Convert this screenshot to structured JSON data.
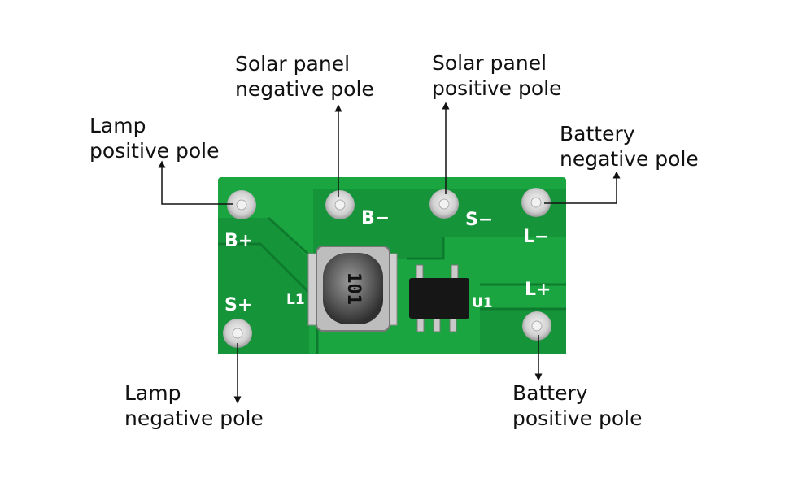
{
  "labels": {
    "lamp_positive": [
      "Lamp",
      "positive pole"
    ],
    "solar_negative": [
      "Solar panel",
      "negative pole"
    ],
    "solar_positive": [
      "Solar panel",
      "positive pole"
    ],
    "battery_negative": [
      "Battery",
      "negative pole"
    ],
    "lamp_negative": [
      "Lamp",
      "negative pole"
    ],
    "battery_positive": [
      "Battery",
      "positive pole"
    ]
  },
  "board": {
    "silkscreen": {
      "b_plus": "B+",
      "s_plus": "S+",
      "b_minus": "B−",
      "s_minus": "S−",
      "l_minus": "L−",
      "l_plus": "L+",
      "l1": "L1",
      "u1": "U1"
    },
    "inductor_marking": "101"
  },
  "colors": {
    "pcb": "#17a13c",
    "trace": "#128a31",
    "pad": "#d9d9d9",
    "text": "#111111"
  }
}
